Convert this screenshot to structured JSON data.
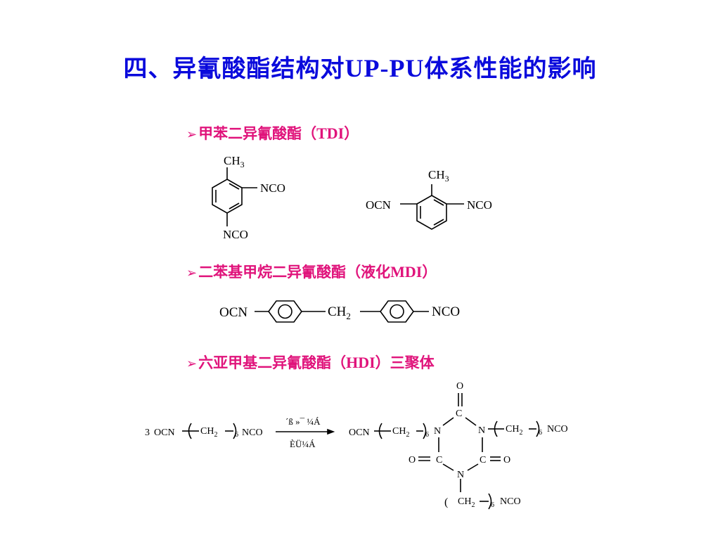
{
  "slide": {
    "title_prefix": "四、异氰酸酯结构对",
    "title_latin": "UP-PU",
    "title_suffix": "体系性能的影响"
  },
  "sections": [
    {
      "marker": "➢",
      "label_cn1": "甲苯二异氰酸酯（",
      "label_latin": "TDI",
      "label_cn2": "）"
    },
    {
      "marker": "➢",
      "label_cn1": "二苯基甲烷二异氰酸酯（液化",
      "label_latin": "MDI",
      "label_cn2": "）"
    },
    {
      "marker": "➢",
      "label_cn1": "六亚甲基二异氰酸酯（",
      "label_latin": "HDI",
      "label_cn2": "）三聚体"
    }
  ],
  "formula": {
    "ch3": "CH",
    "nco": "NCO",
    "ocn": "OCN",
    "ch2": "CH",
    "sub2": "2",
    "sub3": "3",
    "sub6": "6",
    "reactant_coeff": "3",
    "arrow_top": "´ß »¯ ¼Á",
    "arrow_bottom": "ÈÜ¼Á",
    "atom_o": "O",
    "atom_c": "C",
    "atom_n": "N",
    "open_paren": "("
  },
  "colors": {
    "title": "#0a0adc",
    "bullet": "#e0137b",
    "structure": "#000000"
  }
}
